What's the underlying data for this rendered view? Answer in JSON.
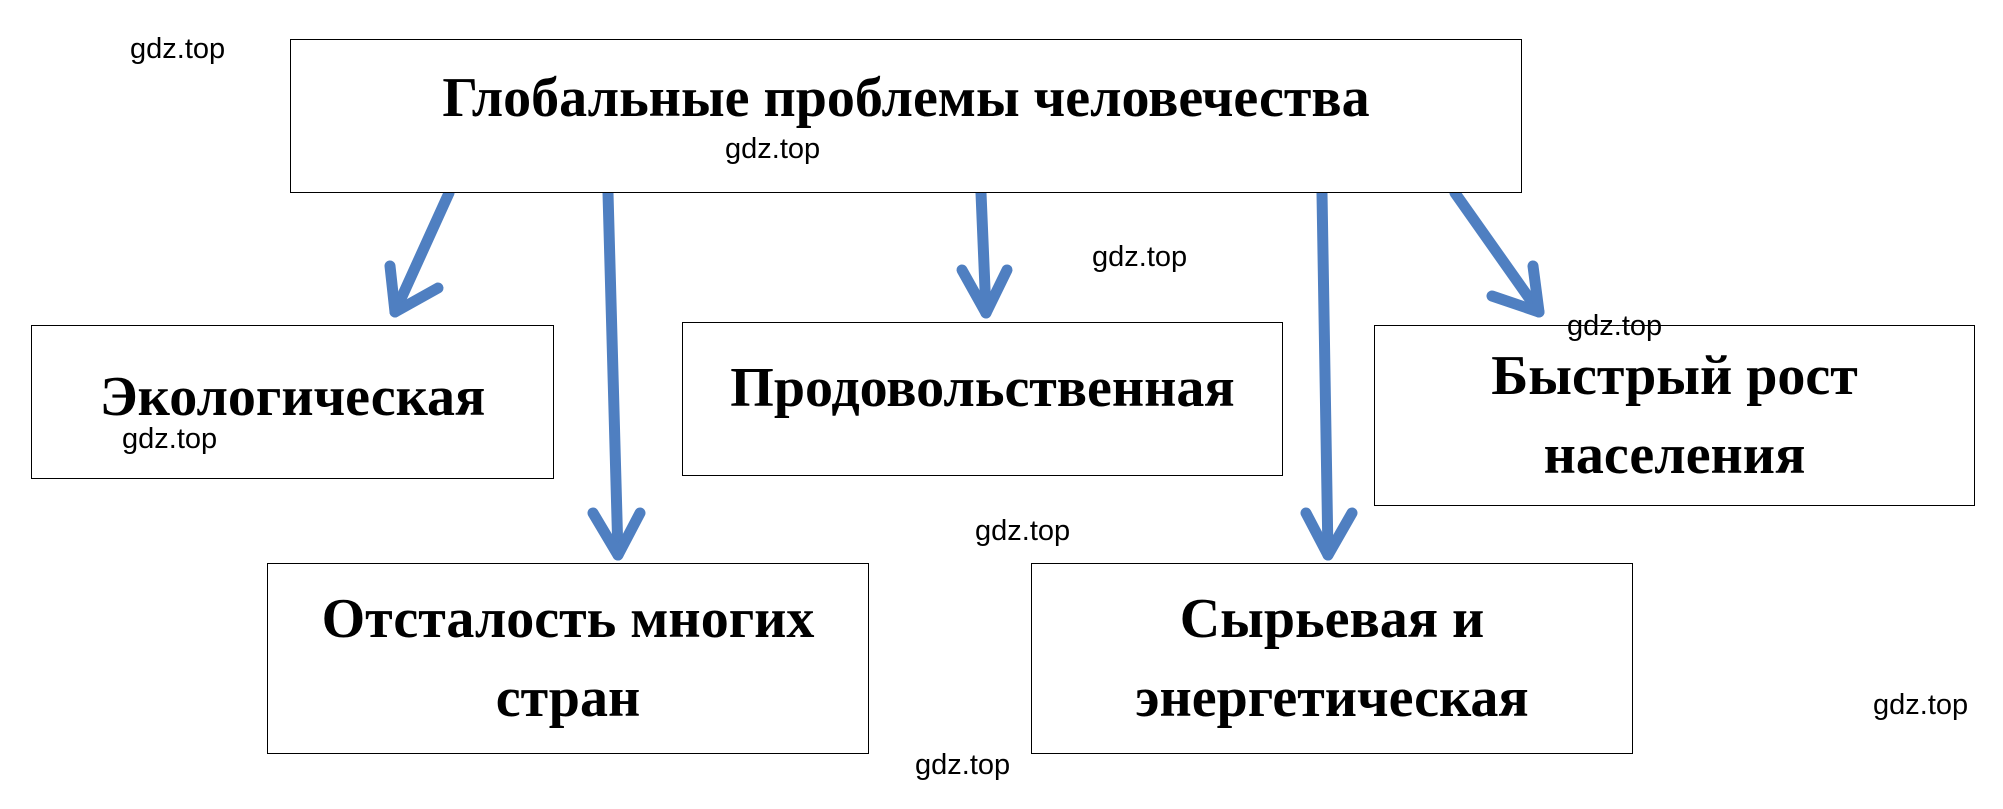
{
  "diagram": {
    "root": {
      "label": "Глобальные проблемы человечества"
    },
    "children": [
      {
        "id": "ecological",
        "label": "Экологическая"
      },
      {
        "id": "food",
        "label": "Продовольственная"
      },
      {
        "id": "population",
        "line1": "Быстрый рост",
        "line2": "населения"
      },
      {
        "id": "backwardness",
        "line1": "Отсталость многих",
        "line2": "стран"
      },
      {
        "id": "resources",
        "line1": "Сырьевая и",
        "line2": "энергетическая"
      }
    ],
    "arrow_color": "#4f7fc1",
    "watermark": "gdz.top"
  }
}
